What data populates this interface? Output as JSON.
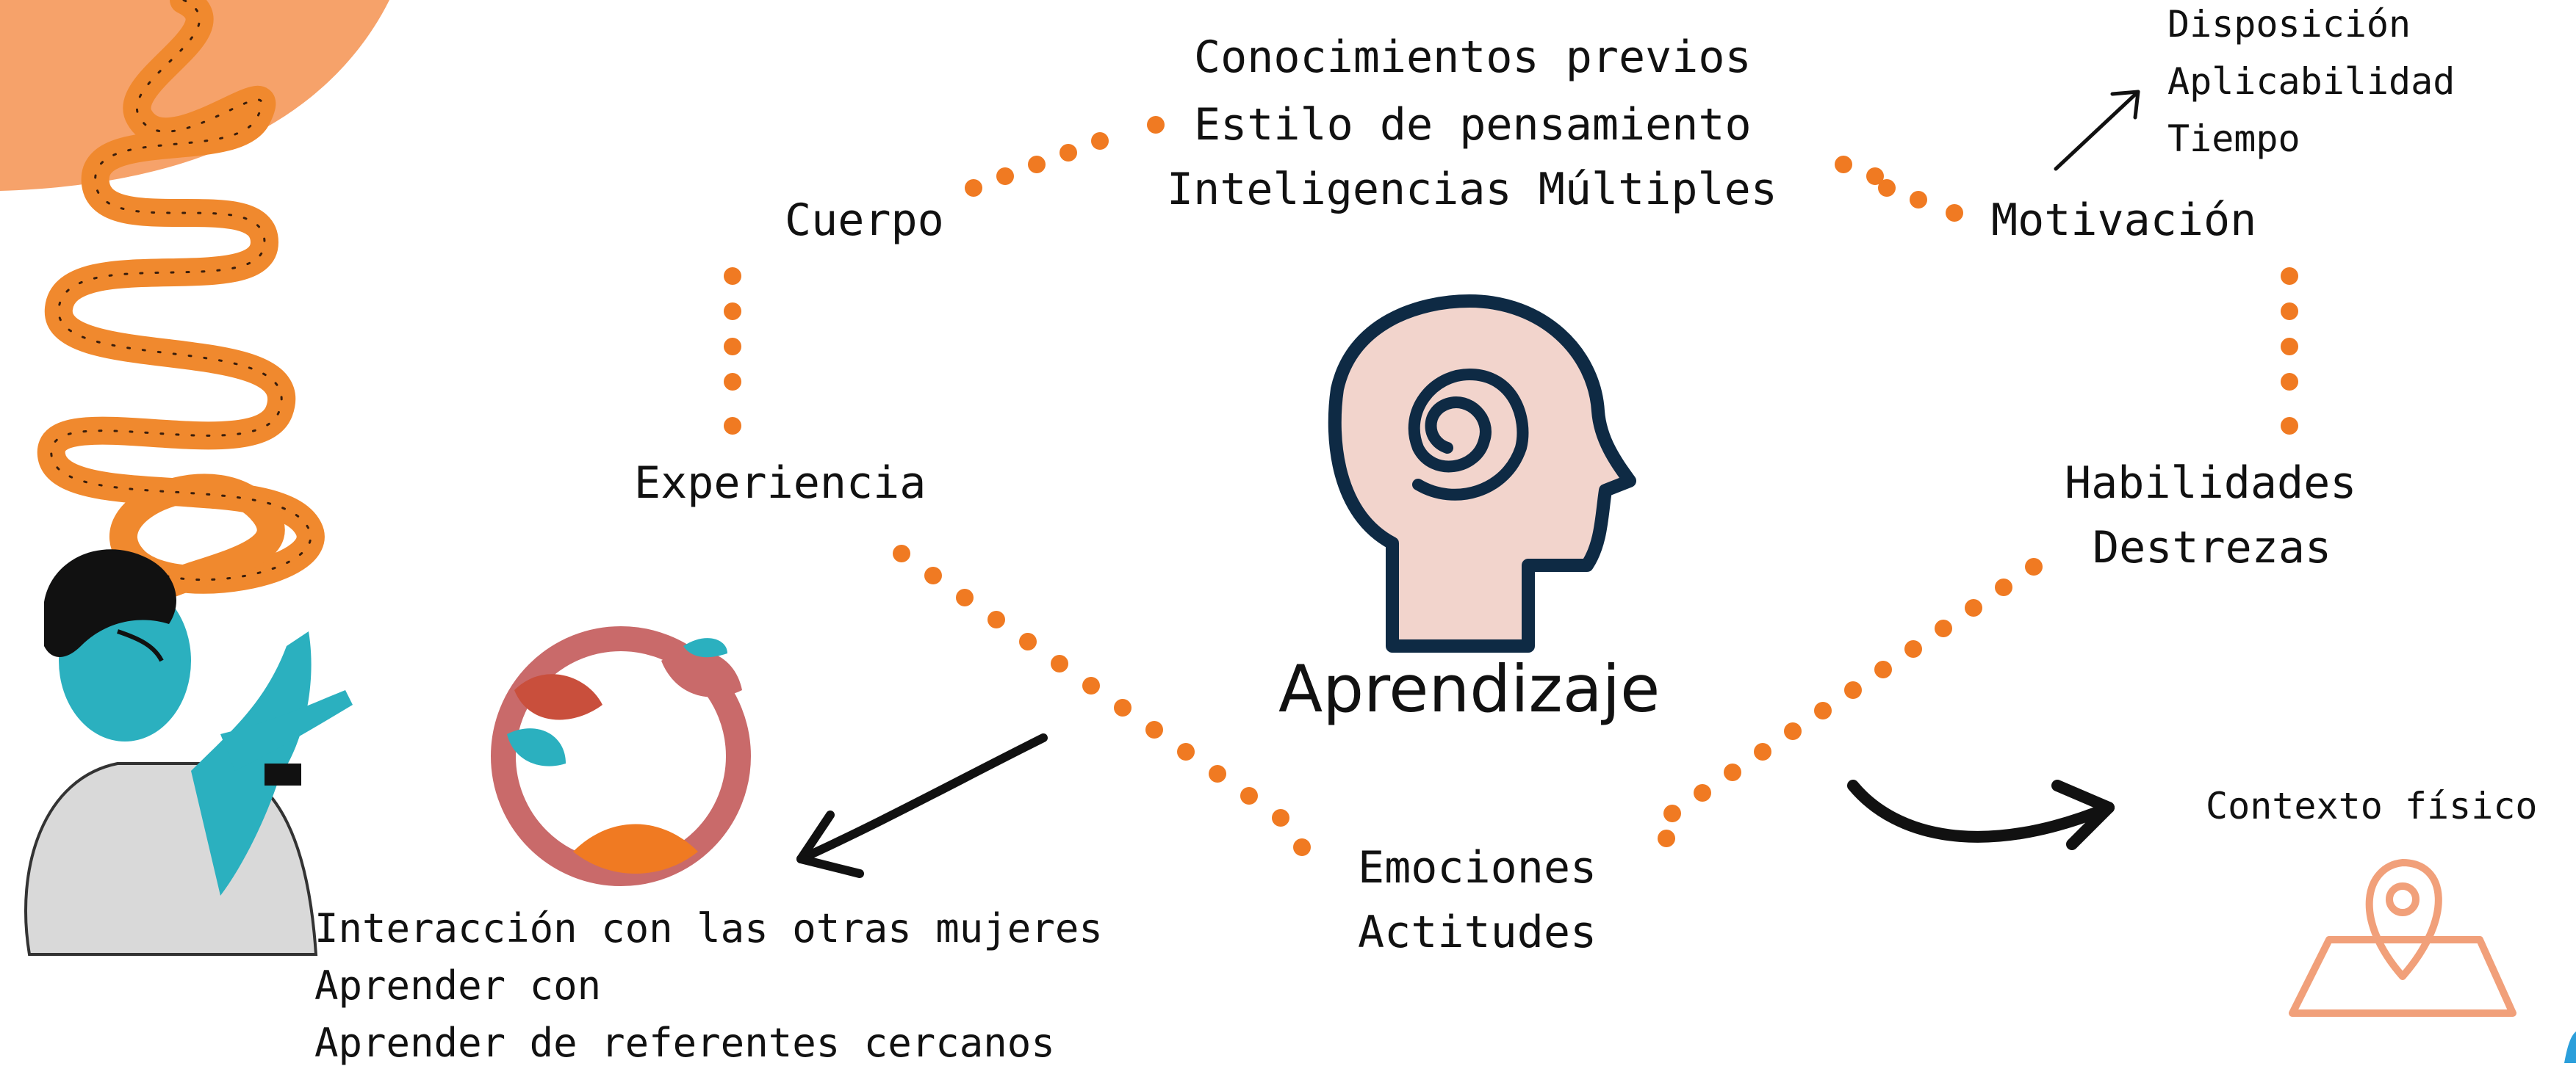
{
  "diagram": {
    "center_label": "Aprendizaje",
    "nodes": {
      "cuerpo": "Cuerpo",
      "conocimientos": [
        "Conocimientos previos",
        "Estilo de pensamiento",
        "Inteligencias Múltiples"
      ],
      "motivacion": "Motivación",
      "motivacion_sub": [
        "Disposición",
        "Aplicabilidad",
        "Tiempo"
      ],
      "experiencia": "Experiencia",
      "habilidades": [
        "Habilidades",
        "Destrezas"
      ],
      "emociones": [
        "Emociones",
        "Actitudes"
      ],
      "interaccion": [
        "Interacción con las otras mujeres",
        "Aprender con",
        "Aprender de referentes cercanos"
      ],
      "contexto": "Contexto físico"
    },
    "colors": {
      "dots": "#f07a22",
      "head_fill": "#f2d4cc",
      "head_stroke": "#0e2a44",
      "sun": "#f6a26a",
      "ribbon": "#f0892e",
      "teal": "#2bb0bf",
      "pin": "#f1a07a"
    },
    "icons": [
      "head-spiral-icon",
      "people-circle-icon",
      "map-pin-icon",
      "tape-measure-illustration",
      "woman-illustration"
    ]
  }
}
